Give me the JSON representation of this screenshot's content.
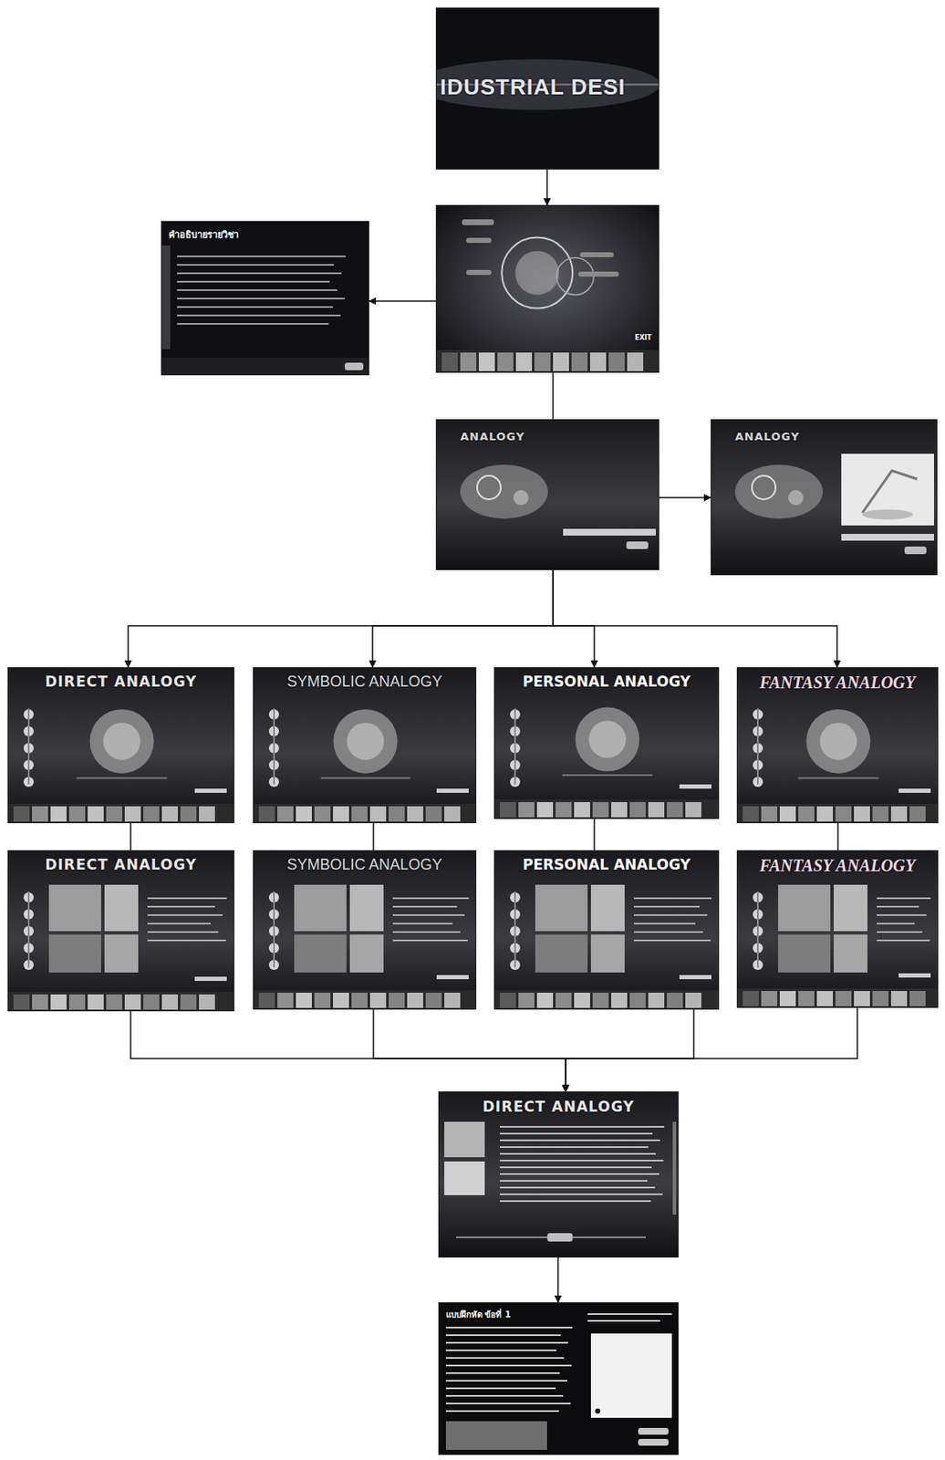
{
  "diagram": {
    "nodes": [
      {
        "text": [
          "IDUSTRIAL DESI"
        ]
      },
      {
        "text": [
          "EXIT"
        ]
      },
      {
        "text": [
          "คำอธิบายรายวิชา"
        ]
      },
      {
        "text": [
          "ANALOGY"
        ]
      },
      {
        "text": [
          "ANALOGY"
        ]
      },
      {
        "text": [
          "DIRECT ANALOGY"
        ]
      },
      {
        "text": [
          "SYMBOLIC ANALOGY"
        ]
      },
      {
        "text": [
          "PERSONAL ANALOGY"
        ]
      },
      {
        "text": [
          "FANTASY ANALOGY"
        ]
      },
      {
        "text": [
          "DIRECT ANALOGY"
        ]
      },
      {
        "text": [
          "SYMBOLIC ANALOGY"
        ]
      },
      {
        "text": [
          "PERSONAL ANALOGY"
        ]
      },
      {
        "text": [
          "FANTASY ANALOGY"
        ]
      },
      {
        "text": [
          "DIRECT ANALOGY"
        ]
      },
      {
        "text": [
          "แบบฝึกหัด ข้อที่ 1"
        ]
      }
    ],
    "edges": [
      {
        "from": 0,
        "to": 1,
        "arrow": "to"
      },
      {
        "from": 1,
        "to": 2,
        "arrow": "to"
      },
      {
        "from": 1,
        "to": 3,
        "arrow": "none"
      },
      {
        "from": 3,
        "to": 4,
        "arrow": "to"
      },
      {
        "from": 3,
        "to": 5,
        "arrow": "to"
      },
      {
        "from": 3,
        "to": 6,
        "arrow": "to"
      },
      {
        "from": 3,
        "to": 7,
        "arrow": "to"
      },
      {
        "from": 3,
        "to": 8,
        "arrow": "to"
      },
      {
        "from": 5,
        "to": 9,
        "arrow": "none"
      },
      {
        "from": 6,
        "to": 10,
        "arrow": "none"
      },
      {
        "from": 7,
        "to": 11,
        "arrow": "none"
      },
      {
        "from": 8,
        "to": 12,
        "arrow": "none"
      },
      {
        "from": 9,
        "to": 13,
        "arrow": "to"
      },
      {
        "from": 10,
        "to": 13,
        "arrow": "to"
      },
      {
        "from": 11,
        "to": 13,
        "arrow": "to"
      },
      {
        "from": 12,
        "to": 13,
        "arrow": "to"
      },
      {
        "from": 13,
        "to": 14,
        "arrow": "to"
      }
    ]
  }
}
